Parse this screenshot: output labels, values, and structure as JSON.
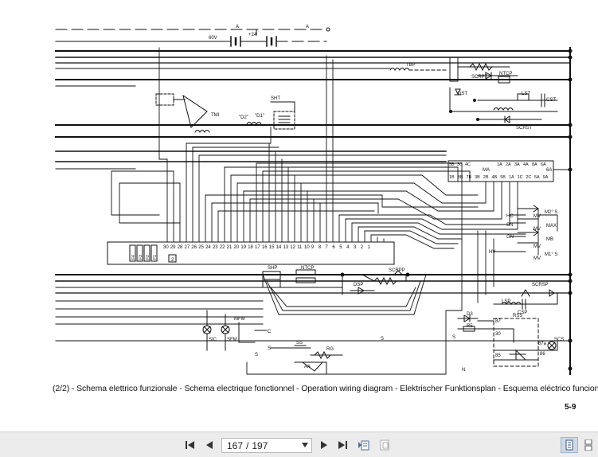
{
  "document": {
    "caption": "(2/2) - Schema elettrico funzionale - Schema electrique fonctionnel - Operation wiring diagram - Elektrischer Funktionsplan - Esquema eléctrico funcional",
    "page_label": "5-9"
  },
  "diagram_labels": {
    "voltage_60v": "60V",
    "voltage_24": "+24",
    "wire_a": "A",
    "tbp": "TBP",
    "scrpt": "SCRPT",
    "ntcp": "NTCP",
    "dst": "DST",
    "lst": "LST",
    "cst": "CST",
    "scrst": "SCRST",
    "tmi": "TMI",
    "sht": "SHT",
    "d2": "\"D2\"",
    "d1": "\"D1\"",
    "ma": "MA",
    "a6": "6A",
    "ma_top": [
      "5B",
      "3C",
      "4C",
      "1A",
      "2A",
      "3A",
      "4A",
      "8A",
      "6A"
    ],
    "ma_bottom": [
      "1B",
      "8B",
      "7B",
      "3B",
      "2B",
      "4B",
      "5B",
      "1A",
      "1C",
      "2C",
      "5A",
      "9A"
    ],
    "hc": "HC",
    "sn": "SN",
    "gn": "GN",
    "hv": "HV",
    "mv": "MV",
    "m2s": "M2° S",
    "max": "MAX",
    "mb": "MB",
    "m1s": "M1° S",
    "connector_numbers": [
      "30",
      "29",
      "28",
      "27",
      "26",
      "25",
      "24",
      "23",
      "22",
      "21",
      "20",
      "19",
      "18",
      "17",
      "16",
      "15",
      "14",
      "13",
      "12",
      "11",
      "10",
      "9",
      "8",
      "7",
      "6",
      "5",
      "4",
      "3",
      "2",
      "1"
    ],
    "fuses": [
      "F4",
      "F3",
      "F2",
      "F1"
    ],
    "box2": "2",
    "shp": "SHP",
    "ntcp2": "NTCP",
    "scrpp": "SCRPP",
    "dsp": "DSP",
    "scrsp": "SCRSP",
    "lsp": "LSP",
    "csp": "CSP",
    "d3": "D3",
    "r5": "R5",
    "rss": "RSS",
    "r87": "87",
    "r30": "30",
    "r85": "85",
    "r86": "86",
    "r87a": "87a",
    "scs": "SCS",
    "sic": "SIC",
    "sfm": "SFM",
    "mfm": "MFM",
    "wire_c": "C",
    "wire_s": "S",
    "wire_ss": "SS",
    "wire_n": "N",
    "rg": "RG",
    "aa": "AA"
  },
  "toolbar": {
    "page_current": "167",
    "page_separator": "/",
    "page_total": "197"
  },
  "icons": {
    "first": "first-page-icon",
    "prev": "previous-page-icon",
    "next": "next-page-icon",
    "last": "last-page-icon",
    "fit_page": "fit-page-icon",
    "fit_width": "fit-width-icon",
    "single_page": "single-page-view-icon",
    "continuous": "continuous-view-icon"
  },
  "colors": {
    "toolbar_bg": "#ececec",
    "selected_bg": "#cfd9e6",
    "ink": "#111111"
  }
}
